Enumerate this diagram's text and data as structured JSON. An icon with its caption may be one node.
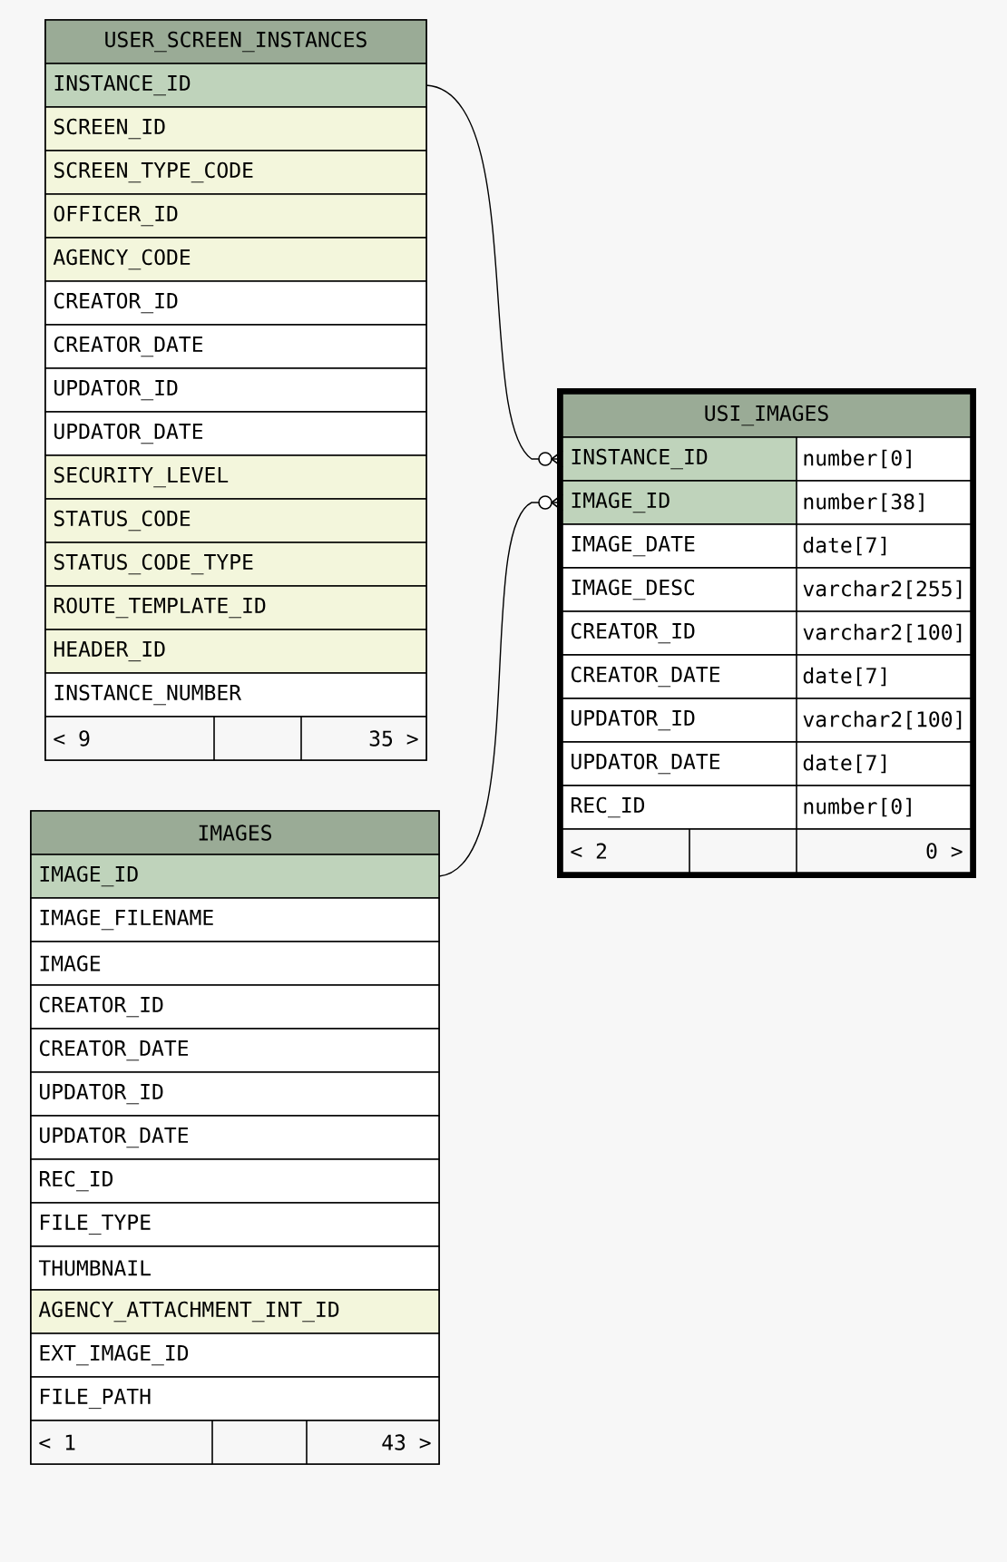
{
  "diagram": {
    "nodes": [
      {
        "text": [
          "USER_SCREEN_INSTANCES"
        ]
      },
      {
        "text": [
          "INSTANCE_ID"
        ],
        "in": 0
      },
      {
        "text": [
          "SCREEN_ID"
        ],
        "in": 0
      },
      {
        "text": [
          "SCREEN_TYPE_CODE"
        ],
        "in": 0
      },
      {
        "text": [
          "OFFICER_ID"
        ],
        "in": 0
      },
      {
        "text": [
          "AGENCY_CODE"
        ],
        "in": 0
      },
      {
        "text": [
          "CREATOR_ID"
        ],
        "in": 0
      },
      {
        "text": [
          "CREATOR_DATE"
        ],
        "in": 0
      },
      {
        "text": [
          "UPDATOR_ID"
        ],
        "in": 0
      },
      {
        "text": [
          "UPDATOR_DATE"
        ],
        "in": 0
      },
      {
        "text": [
          "SECURITY_LEVEL"
        ],
        "in": 0
      },
      {
        "text": [
          "STATUS_CODE"
        ],
        "in": 0
      },
      {
        "text": [
          "STATUS_CODE_TYPE"
        ],
        "in": 0
      },
      {
        "text": [
          "ROUTE_TEMPLATE_ID"
        ],
        "in": 0
      },
      {
        "text": [
          "HEADER_ID"
        ],
        "in": 0
      },
      {
        "text": [
          "INSTANCE_NUMBER"
        ],
        "in": 0
      },
      {
        "text": [
          "< 9",
          "35 >"
        ],
        "in": 0
      },
      {
        "text": [
          "USI_IMAGES"
        ]
      },
      {
        "text": [
          "INSTANCE_ID",
          "number[0]"
        ],
        "in": 17
      },
      {
        "text": [
          "IMAGE_ID",
          "number[38]"
        ],
        "in": 17
      },
      {
        "text": [
          "IMAGE_DATE",
          "date[7]"
        ],
        "in": 17
      },
      {
        "text": [
          "IMAGE_DESC",
          "varchar2[255]"
        ],
        "in": 17
      },
      {
        "text": [
          "CREATOR_ID",
          "varchar2[100]"
        ],
        "in": 17
      },
      {
        "text": [
          "CREATOR_DATE",
          "date[7]"
        ],
        "in": 17
      },
      {
        "text": [
          "UPDATOR_ID",
          "varchar2[100]"
        ],
        "in": 17
      },
      {
        "text": [
          "UPDATOR_DATE",
          "date[7]"
        ],
        "in": 17
      },
      {
        "text": [
          "REC_ID",
          "number[0]"
        ],
        "in": 17
      },
      {
        "text": [
          "< 2",
          "0 >"
        ],
        "in": 17
      },
      {
        "text": [
          "IMAGES"
        ]
      },
      {
        "text": [
          "IMAGE_ID"
        ],
        "in": 28
      },
      {
        "text": [
          "IMAGE_FILENAME"
        ],
        "in": 28
      },
      {
        "text": [
          "IMAGE"
        ],
        "in": 28
      },
      {
        "text": [
          "CREATOR_ID"
        ],
        "in": 28
      },
      {
        "text": [
          "CREATOR_DATE"
        ],
        "in": 28
      },
      {
        "text": [
          "UPDATOR_ID"
        ],
        "in": 28
      },
      {
        "text": [
          "UPDATOR_DATE"
        ],
        "in": 28
      },
      {
        "text": [
          "REC_ID"
        ],
        "in": 28
      },
      {
        "text": [
          "FILE_TYPE"
        ],
        "in": 28
      },
      {
        "text": [
          "THUMBNAIL"
        ],
        "in": 28
      },
      {
        "text": [
          "AGENCY_ATTACHMENT_INT_ID"
        ],
        "in": 28
      },
      {
        "text": [
          "EXT_IMAGE_ID"
        ],
        "in": 28
      },
      {
        "text": [
          "FILE_PATH"
        ],
        "in": 28
      },
      {
        "text": [
          "< 1",
          "43 >"
        ],
        "in": 28
      }
    ],
    "edges": [
      {
        "from": 1,
        "to": 18,
        "arrow": "other"
      },
      {
        "from": 29,
        "to": 19,
        "arrow": "other"
      }
    ]
  }
}
